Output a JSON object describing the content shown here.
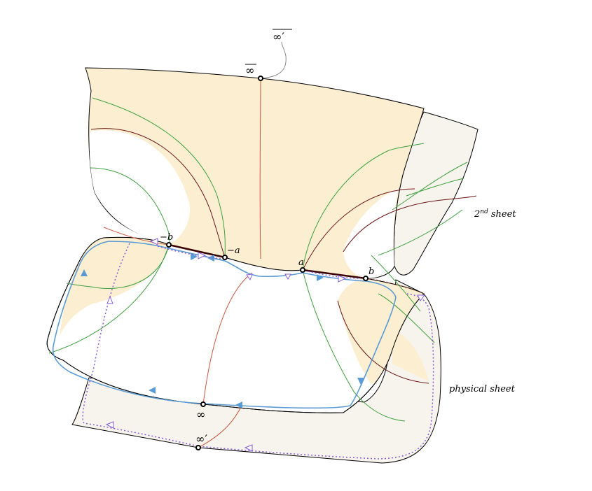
{
  "labels": {
    "inf_bar": "∞",
    "inf_bar_prime": "∞′",
    "neg_b": "−b",
    "neg_a": "−a",
    "a": "a",
    "b": "b",
    "inf": "∞",
    "inf_prime": "∞′",
    "second_sheet_sup": "nd",
    "second_sheet_num": "2",
    "second_sheet_word": "sheet",
    "physical_sheet": "physical sheet"
  },
  "colors": {
    "sheet_fill": "#fcefd1",
    "back_fill": "#f6f4ec",
    "outline": "#000000",
    "green_contour": "#3f9f3f",
    "red_contour": "#c8553d",
    "dark_red": "#6b1414",
    "blue_path": "#5b9bd5",
    "purple_path": "#8a5cd6",
    "cut": "#3a0000"
  }
}
